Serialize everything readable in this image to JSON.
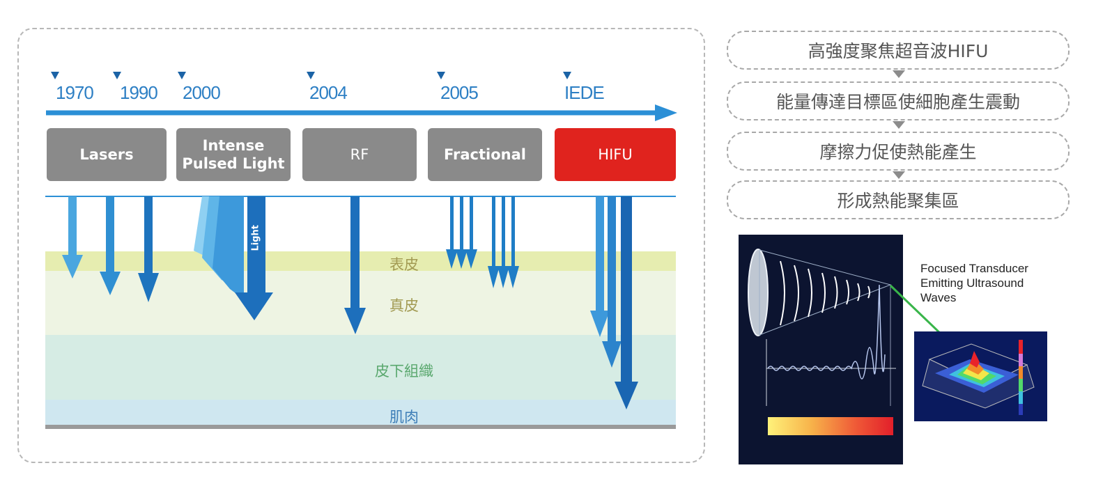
{
  "timeline": {
    "years": [
      {
        "label": "1970"
      },
      {
        "label": "1990"
      },
      {
        "label": "2000"
      },
      {
        "label": "2004"
      },
      {
        "label": "2005"
      },
      {
        "label": "IEDE"
      }
    ],
    "categories": [
      {
        "label": "Lasers"
      },
      {
        "label": "Intense\nPulsed Light"
      },
      {
        "label": "RF"
      },
      {
        "label": "Fractional"
      },
      {
        "label": "HIFU"
      }
    ],
    "light_label": "Light"
  },
  "skin_layers": [
    {
      "label": "表皮"
    },
    {
      "label": "真皮"
    },
    {
      "label": "皮下組織"
    },
    {
      "label": "肌肉"
    }
  ],
  "process_steps": [
    {
      "label": "高強度聚焦超音波HIFU"
    },
    {
      "label": "能量傳達目標區使細胞產生震動"
    },
    {
      "label": "摩擦力促使熱能產生"
    },
    {
      "label": "形成熱能聚集區"
    }
  ],
  "transducer": {
    "caption_lines": [
      "Focused Transducer",
      "Emitting Ultrasound",
      "Waves"
    ]
  },
  "colors": {
    "arrow_blue": "#1b6fbc",
    "timeline_blue": "#2b8fd6",
    "category_gray": "#8a8a8a",
    "hifu_red": "#e0231e",
    "epidermis": "#e6edb0",
    "dermis": "#eef4e3",
    "subcutaneous": "#d6ece4",
    "muscle": "#cfe7f0"
  }
}
